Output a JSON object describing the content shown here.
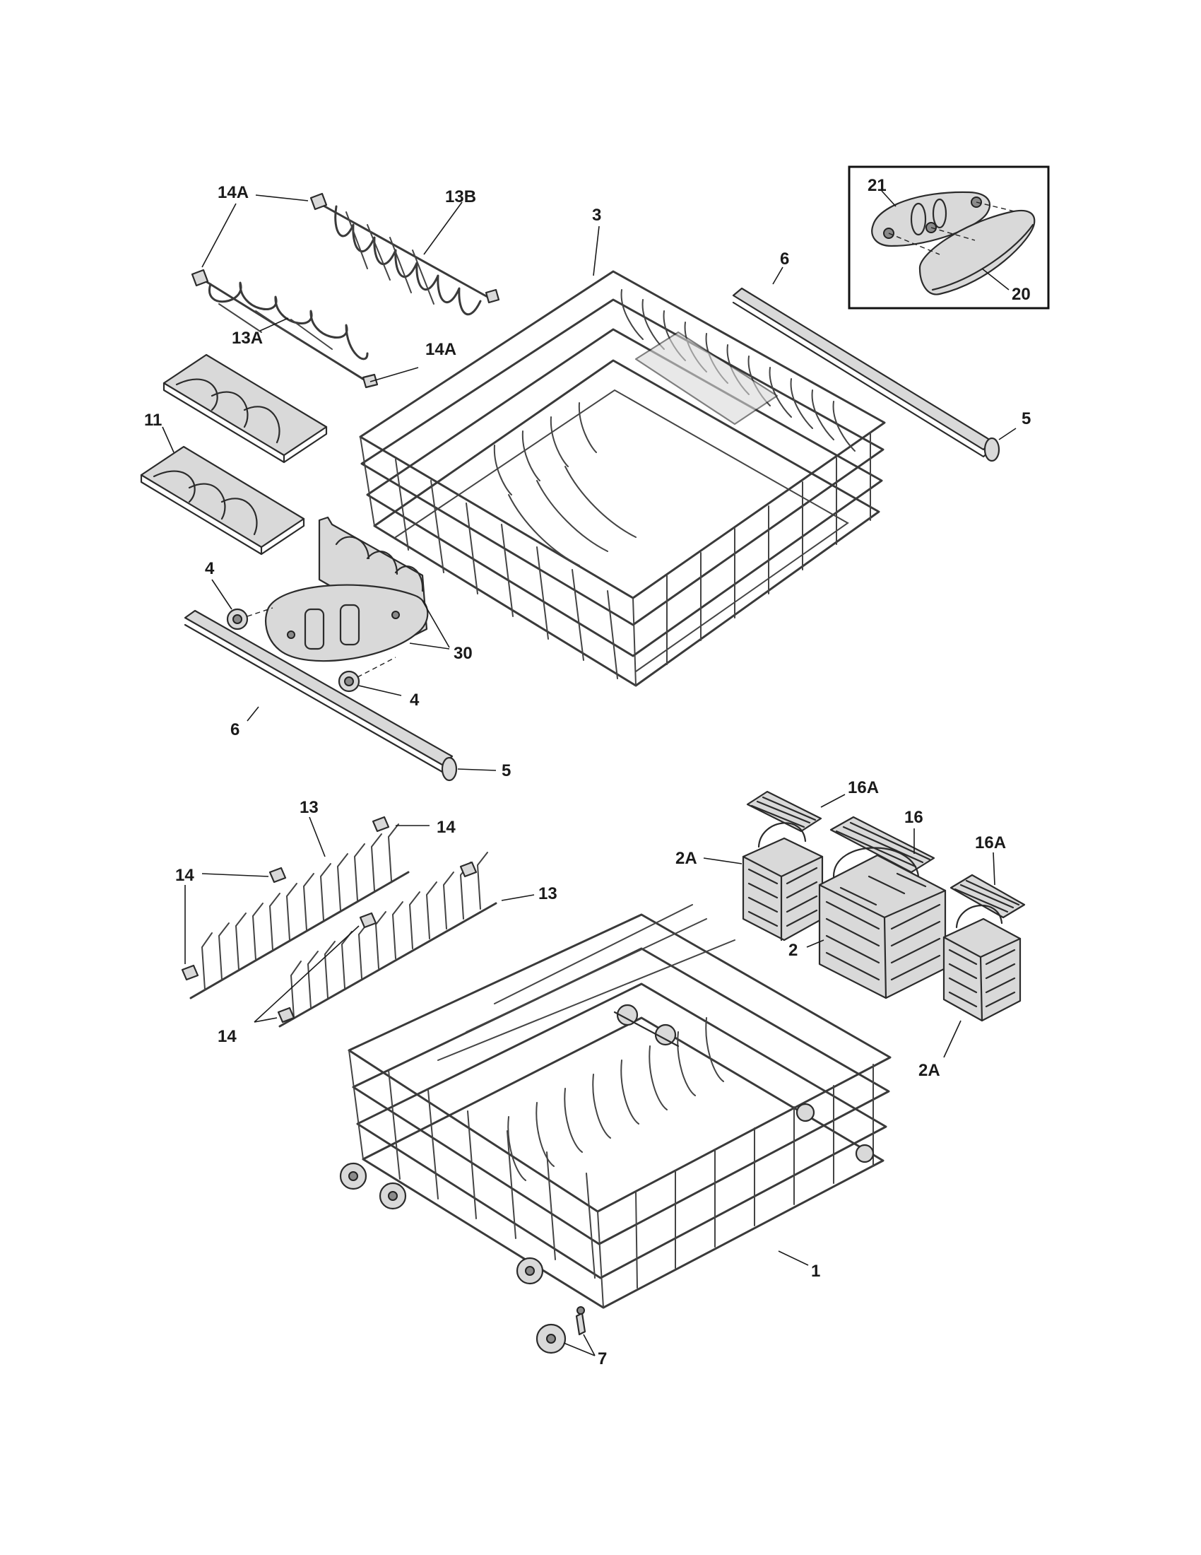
{
  "callouts": {
    "c14A_top": "14A",
    "c13B": "13B",
    "c13A": "13A",
    "c14A_mid": "14A",
    "c3": "3",
    "c6_top": "6",
    "c21": "21",
    "c20": "20",
    "c5_top": "5",
    "c11": "11",
    "c4_left": "4",
    "c30": "30",
    "c4_right": "4",
    "c6_bottom": "6",
    "c5_bottom": "5",
    "c16A_top": "16A",
    "c16": "16",
    "c16A_right": "16A",
    "c2A_top": "2A",
    "c2": "2",
    "c2A_bottom": "2A",
    "c13_top": "13",
    "c14_topright": "14",
    "c14_left": "14",
    "c13_right": "13",
    "c14_bottom": "14",
    "c1": "1",
    "c7": "7"
  }
}
